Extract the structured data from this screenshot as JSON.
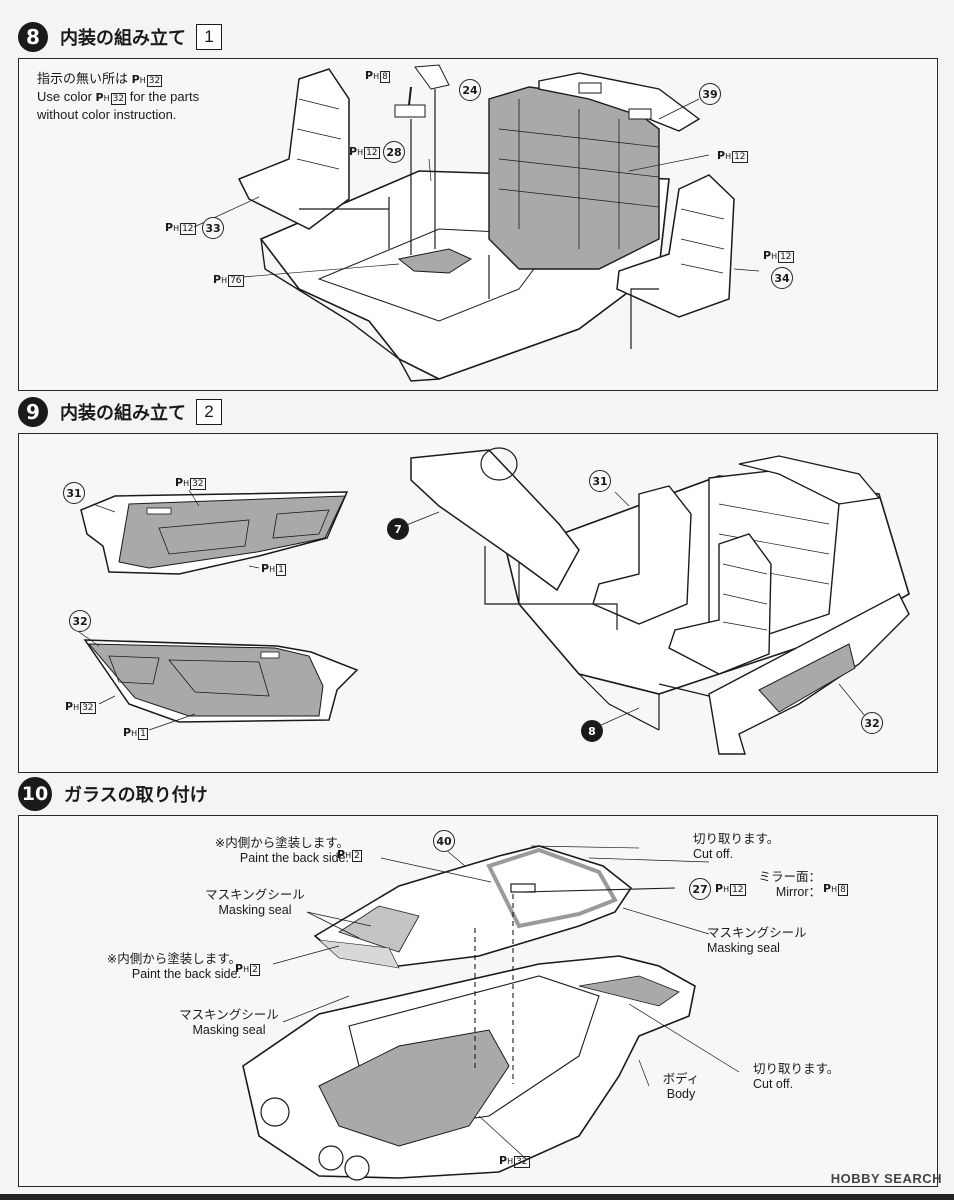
{
  "steps": [
    {
      "number": "8",
      "title": "内装の組み立て",
      "sub": "1"
    },
    {
      "number": "9",
      "title": "内装の組み立て",
      "sub": "2"
    },
    {
      "number": "10",
      "title": "ガラスの取り付け",
      "sub": ""
    }
  ],
  "step8": {
    "note_jp_prefix": "指示の無い所は",
    "note_en_prefix": "Use color",
    "note_en_suffix": "for the parts",
    "note_en_line2": "without color instruction.",
    "paints": {
      "ph": "P",
      "h": "H",
      "c8": "8",
      "c12": "12",
      "c32": "32",
      "c76": "76"
    },
    "parts": {
      "p24": "24",
      "p28": "28",
      "p33": "33",
      "p34": "34",
      "p39": "39"
    }
  },
  "step9": {
    "paints": {
      "ph": "P",
      "h": "H",
      "c1": "1",
      "c32": "32"
    },
    "parts": {
      "p31": "31",
      "p32": "32",
      "p7": "7",
      "p8": "8"
    }
  },
  "step10": {
    "paint_back_jp": "※内側から塗装します。",
    "paint_back_en": "Paint the back side.",
    "masking_jp": "マスキングシール",
    "masking_en": "Masking seal",
    "cutoff_jp": "切り取ります。",
    "cutoff_en": "Cut off.",
    "mirror_jp": "ミラー面：",
    "mirror_en": "Mirror：",
    "body_jp": "ボディ",
    "body_en": "Body",
    "paints": {
      "ph": "P",
      "h": "H",
      "c2": "2",
      "c8": "8",
      "c12": "12",
      "c32": "32"
    },
    "parts": {
      "p27": "27",
      "p40": "40"
    }
  },
  "watermark": "HOBBY SEARCH",
  "colors": {
    "gray_fill": "#a9a9a9",
    "line": "#1a1a1a"
  }
}
